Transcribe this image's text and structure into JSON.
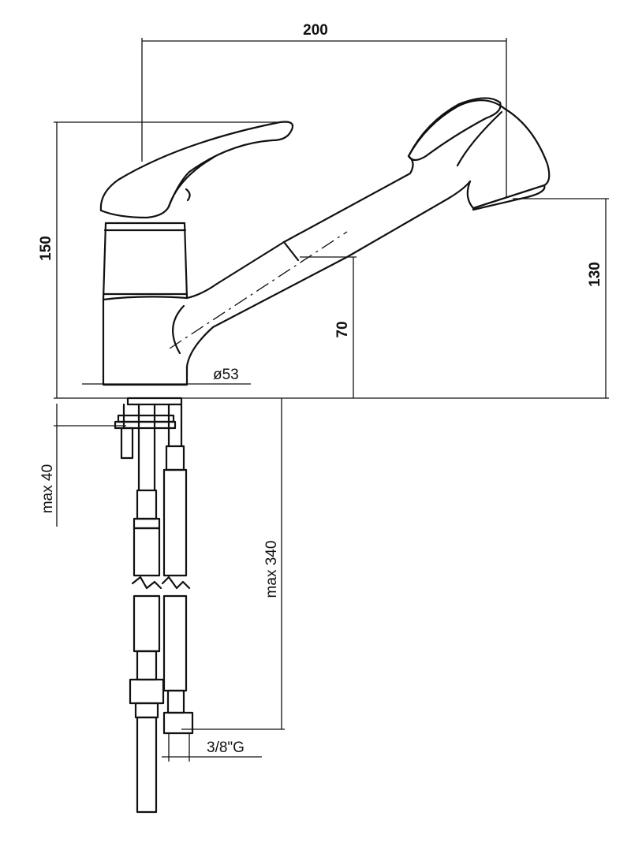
{
  "dimensions": {
    "width": "200",
    "height": "150",
    "spout_height": "130",
    "spout_base": "70",
    "diameter": "ø53",
    "max_thickness": "max 40",
    "max_hose": "max 340",
    "thread": "3/8\"G"
  },
  "colors": {
    "line": "#111111",
    "background": "#ffffff"
  }
}
